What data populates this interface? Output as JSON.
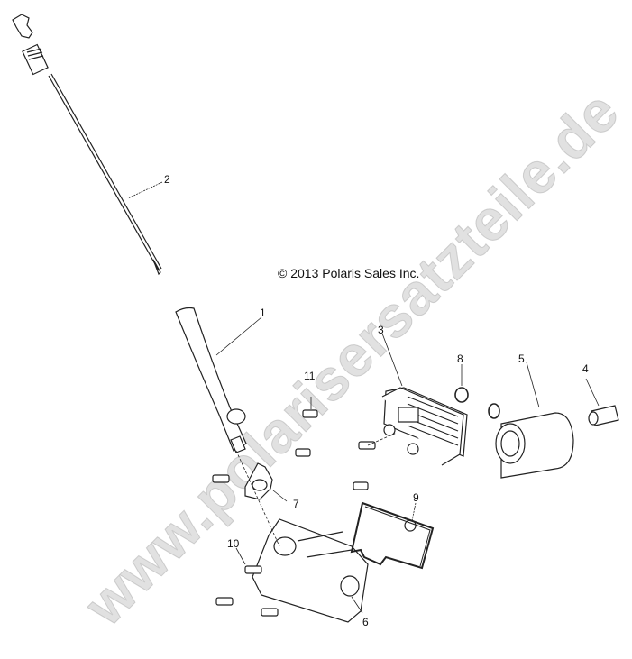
{
  "diagram": {
    "copyright": "© 2013 Polaris Sales Inc.",
    "watermark": "www.polarisersatzteile.de",
    "callouts": [
      {
        "id": "1",
        "label": "1",
        "part": "oil-fill-tube"
      },
      {
        "id": "2",
        "label": "2",
        "part": "dipstick"
      },
      {
        "id": "3",
        "label": "3",
        "part": "oil-cooler"
      },
      {
        "id": "4",
        "label": "4",
        "part": "sleeve-fitting"
      },
      {
        "id": "5",
        "label": "5",
        "part": "oil-filter"
      },
      {
        "id": "6",
        "label": "6",
        "part": "oil-filter-housing"
      },
      {
        "id": "7",
        "label": "7",
        "part": "gasket-flange"
      },
      {
        "id": "8",
        "label": "8",
        "part": "o-ring"
      },
      {
        "id": "9",
        "label": "9",
        "part": "housing-gasket"
      },
      {
        "id": "10",
        "label": "10",
        "part": "bolt"
      },
      {
        "id": "11",
        "label": "11",
        "part": "bolt"
      }
    ]
  }
}
